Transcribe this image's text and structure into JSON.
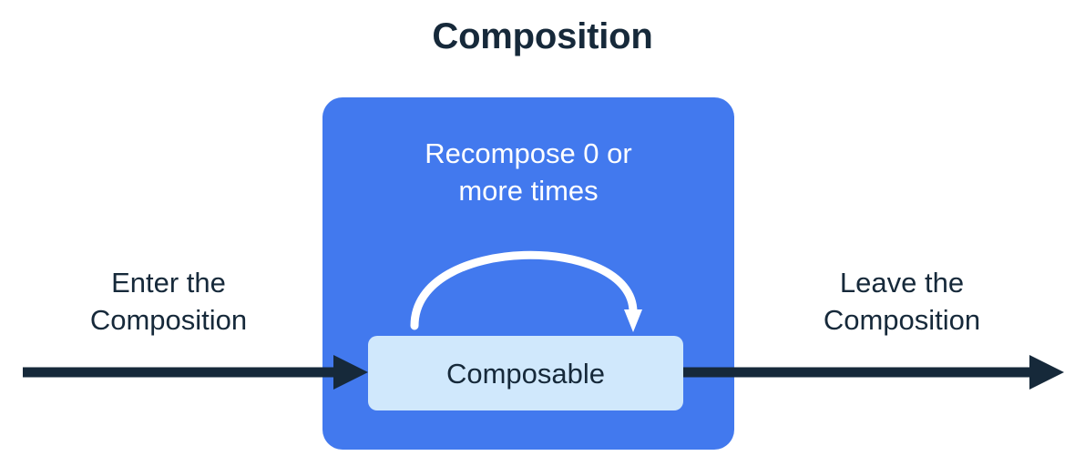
{
  "diagram": {
    "title": "Composition",
    "colors": {
      "background": "#ffffff",
      "composition_blue": "#4279ee",
      "composable_light_blue": "#d0e8fc",
      "text_navy": "#16293a",
      "arrow_navy": "#16293a",
      "curve_white": "#ffffff"
    },
    "composition_box": {
      "recompose_caption_line1": "Recompose 0 or",
      "recompose_caption_line2": "more times",
      "recompose_caption": "Recompose 0 or more times",
      "loop_arrow_name": "recompose-loop-arrow"
    },
    "composable_box": {
      "label": "Composable"
    },
    "enter_flow": {
      "label_line1": "Enter the",
      "label_line2": "Composition",
      "label": "Enter the Composition",
      "arrow_direction": "right"
    },
    "leave_flow": {
      "label_line1": "Leave the",
      "label_line2": "Composition",
      "label": "Leave the Composition",
      "arrow_direction": "right"
    }
  }
}
